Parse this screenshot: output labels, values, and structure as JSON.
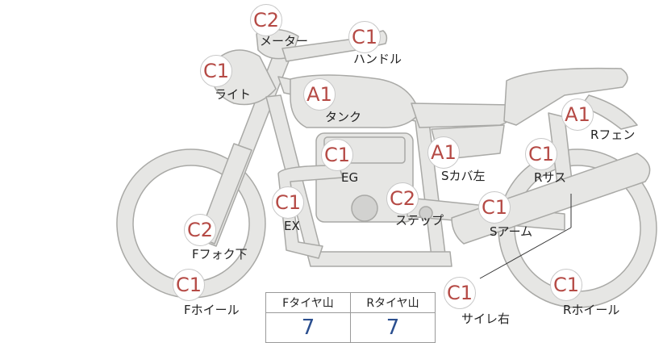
{
  "parts": [
    {
      "id": "meter",
      "grade": "C2",
      "label": "メーター"
    },
    {
      "id": "handle",
      "grade": "C1",
      "label": "ハンドル"
    },
    {
      "id": "light",
      "grade": "C1",
      "label": "ライト"
    },
    {
      "id": "tank",
      "grade": "A1",
      "label": "タンク"
    },
    {
      "id": "rear-fender",
      "grade": "A1",
      "label": "Rフェン"
    },
    {
      "id": "engine",
      "grade": "C1",
      "label": "EG"
    },
    {
      "id": "side-cover-left",
      "grade": "A1",
      "label": "Sカバ左"
    },
    {
      "id": "rear-suspension",
      "grade": "C1",
      "label": "Rサス"
    },
    {
      "id": "exhaust",
      "grade": "C1",
      "label": "EX"
    },
    {
      "id": "step",
      "grade": "C2",
      "label": "ステップ"
    },
    {
      "id": "swing-arm",
      "grade": "C1",
      "label": "Sアーム"
    },
    {
      "id": "front-fork-lower",
      "grade": "C2",
      "label": "Fフォク下"
    },
    {
      "id": "front-wheel",
      "grade": "C1",
      "label": "Fホイール"
    },
    {
      "id": "muffler-right",
      "grade": "C1",
      "label": "サイレ右"
    },
    {
      "id": "rear-wheel",
      "grade": "C1",
      "label": "Rホイール"
    }
  ],
  "tread": {
    "front_label": "Fタイヤ山",
    "rear_label": "Rタイヤ山",
    "front_value": "7",
    "rear_value": "7"
  }
}
